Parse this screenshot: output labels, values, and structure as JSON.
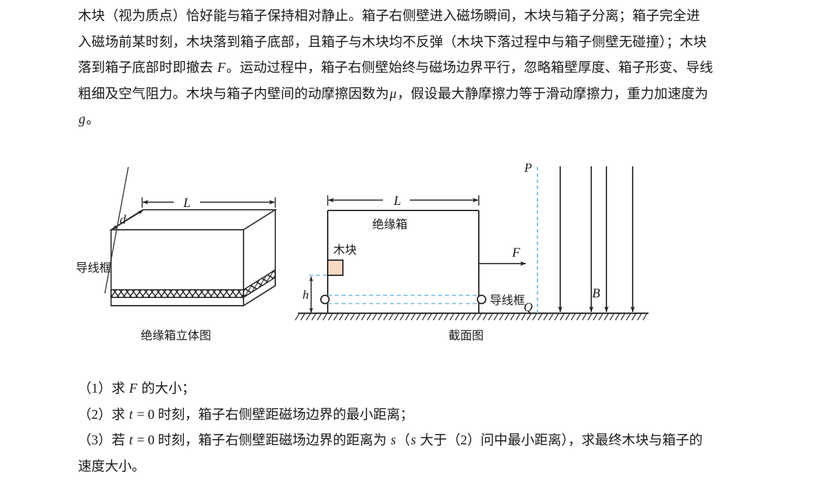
{
  "document": {
    "type": "physics-problem",
    "language": "zh-CN"
  },
  "body": {
    "paragraph_lines": [
      "木块（视为质点）恰好能与箱子保持相对静止。箱子右侧壁进入磁场瞬间，木块与箱子分离；箱子完全进",
      "入磁场前某时刻，木块落到箱子底部，且箱子与木块均不反弹（木块下落过程中与箱子侧壁无碰撞）；木块",
      "落到箱子底部时即撤去 F。运动过程中，箱子右侧壁始终与磁场边界平行，忽略箱壁厚度、箱子形变、导线",
      "粗细及空气阻力。木块与箱子内壁间的动摩擦因数为μ，假设最大静摩擦力等于滑动摩擦力，重力加速度为",
      "g。"
    ]
  },
  "questions": [
    "（1）求 F 的大小；",
    "（2）求 t = 0 时刻，箱子右侧壁距磁场边界的最小距离；",
    "（3）若 t = 0 时刻，箱子右侧壁距磁场边界的距离为 s（s 大于（2）问中最小距离），求最终木块与箱子的",
    "速度大小。"
  ],
  "figure": {
    "isometric": {
      "caption": "绝缘箱立体图",
      "dimension_length": "L",
      "dimension_depth": "d",
      "wire_frame_label": "导线框"
    },
    "cross_section": {
      "caption": "截面图",
      "dimension_length": "L",
      "dimension_height": "h",
      "box_label": "绝缘箱",
      "block_label": "木块",
      "wire_frame_label": "导线框",
      "force_label": "F",
      "field_label": "B",
      "boundary_top_label": "P",
      "boundary_bottom_label": "Q"
    }
  },
  "colors": {
    "ink": "#1a1a1a",
    "line": "#333333",
    "block_fill": "#f6d9c2",
    "block_stroke": "#222222",
    "dashed_blue": "#5aaed6",
    "background": "#ffffff"
  }
}
